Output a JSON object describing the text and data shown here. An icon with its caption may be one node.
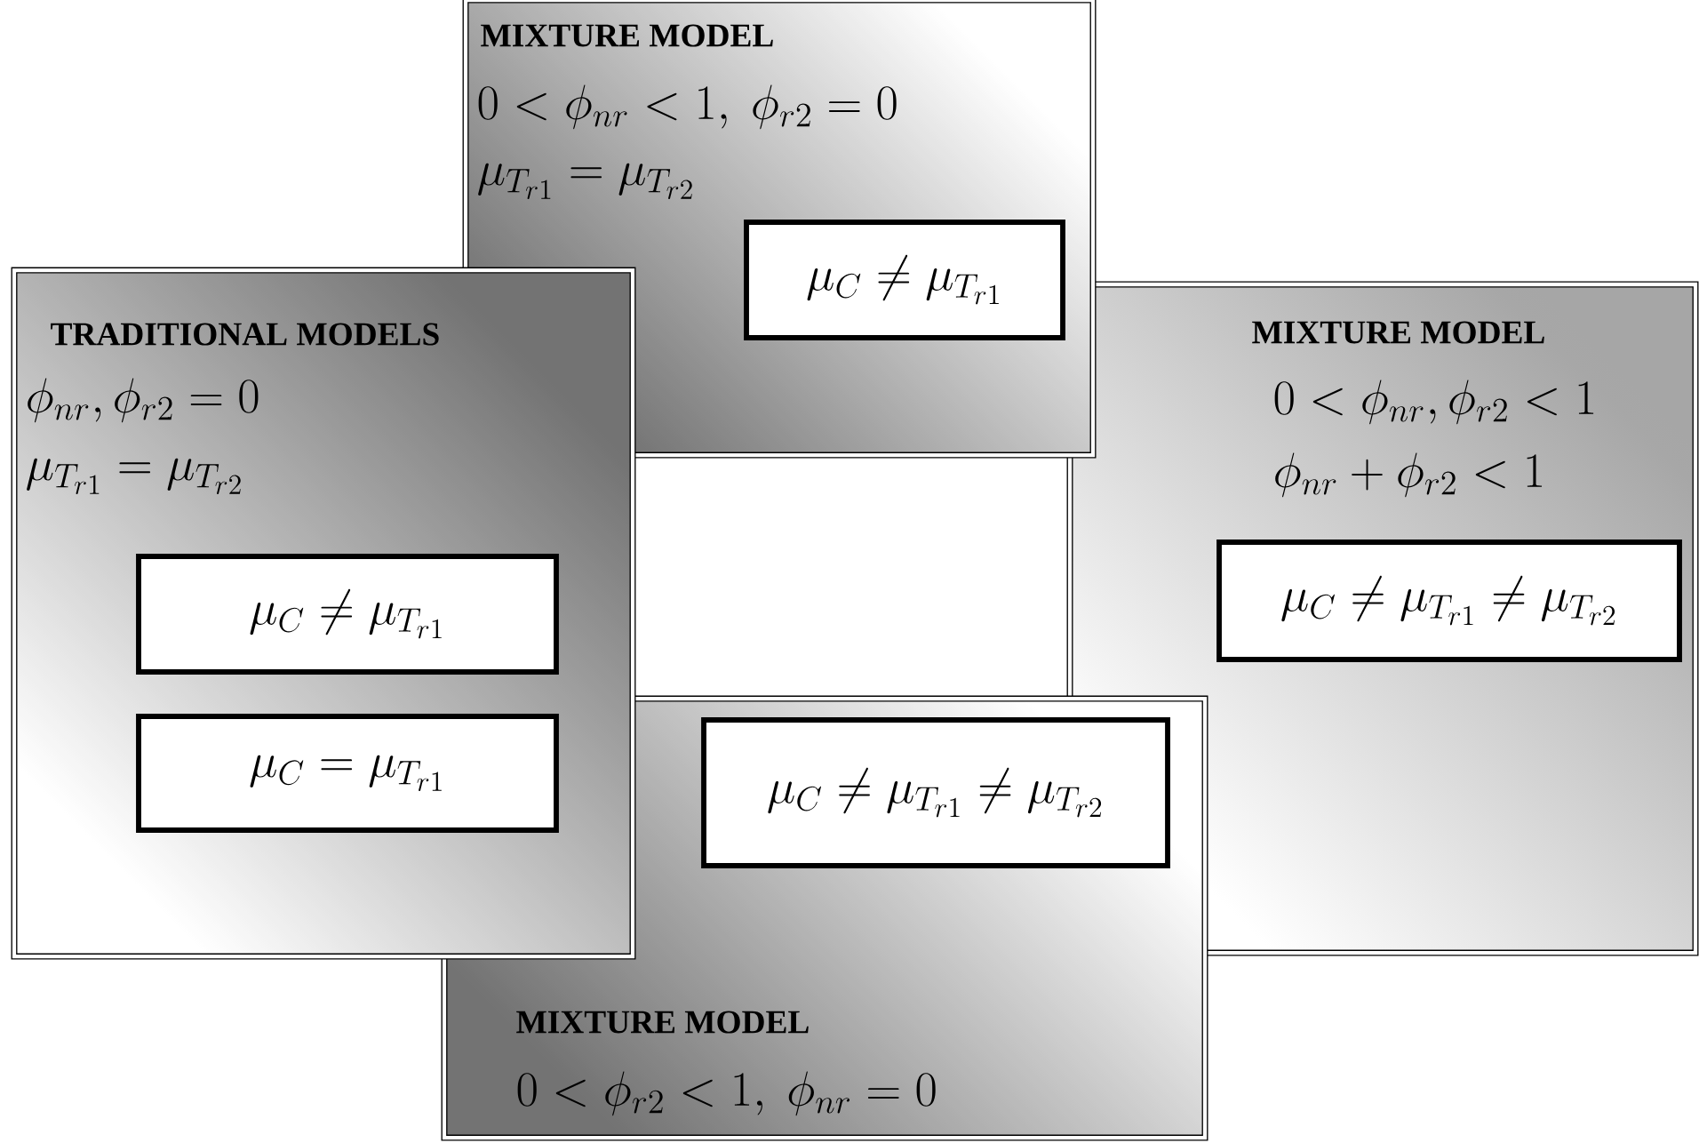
{
  "diagram": {
    "nodes": [
      {
        "text": [
          "MIXTURE MODEL",
          "0 < \\phi_{nr} < 1,\\ \\phi_{r2} = 0",
          "\\mu_{T_{r1}} = \\mu_{T_{r2}}"
        ]
      },
      {
        "text": [
          "\\mu_C \\neq \\mu_{T_{r1}}"
        ],
        "in": 0
      },
      {
        "text": [
          "TRADITIONAL MODELS",
          "\\phi_{nr}, \\phi_{r2} = 0",
          "\\mu_{T_{r1}} = \\mu_{T_{r2}}"
        ]
      },
      {
        "text": [
          "\\mu_C \\neq \\mu_{T_{r1}}"
        ],
        "in": 2
      },
      {
        "text": [
          "\\mu_C = \\mu_{T_{r1}}"
        ],
        "in": 2
      },
      {
        "text": [
          "MIXTURE MODEL",
          "0 < \\phi_{nr}, \\phi_{r2} < 1",
          "\\phi_{nr} + \\phi_{r2} < 1"
        ]
      },
      {
        "text": [
          "\\mu_C \\neq \\mu_{T_{r1}} \\neq \\mu_{T_{r2}}"
        ],
        "in": 5
      },
      {
        "text": [
          "MIXTURE MODEL",
          "0 < \\phi_{r2} < 1,\\ \\phi_{nr} = 0"
        ]
      },
      {
        "text": [
          "\\mu_C \\neq \\mu_{T_{r1}} \\neq \\mu_{T_{r2}}"
        ],
        "in": 7
      }
    ]
  }
}
